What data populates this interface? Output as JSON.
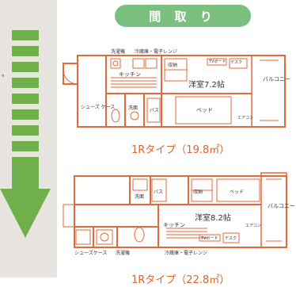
{
  "header": {
    "title": "間 取 り"
  },
  "left_note": "。",
  "plan_a": {
    "type_label": "1Rタイプ（19.8㎡）",
    "labels": {
      "washer": "洗濯機",
      "fridge_range": "冷蔵庫・電子レンジ",
      "storage": "収納",
      "tv_board": "TVボード",
      "desk": "デスク",
      "kitchen": "キッチン",
      "room": "洋室7.2帖",
      "balcony": "バルコニー",
      "shoes_case": "シューズ\nケース",
      "washroom": "洗面",
      "bath": "バス",
      "bed": "ベッド",
      "aircon": "エアコン"
    }
  },
  "plan_b": {
    "type_label": "1Rタイプ（22.8㎡）",
    "labels": {
      "washroom": "洗面",
      "bath": "バス",
      "storage": "収納",
      "bed": "ベッド",
      "balcony": "バルコニー",
      "room": "洋室8.2帖",
      "kitchen": "キッチン",
      "tv_board": "TVボード",
      "desk": "デスク",
      "aircon": "エアコン",
      "shoes_case": "シューズケース",
      "washer": "洗濯機",
      "fridge_range": "冷蔵庫・電子レンジ"
    }
  }
}
